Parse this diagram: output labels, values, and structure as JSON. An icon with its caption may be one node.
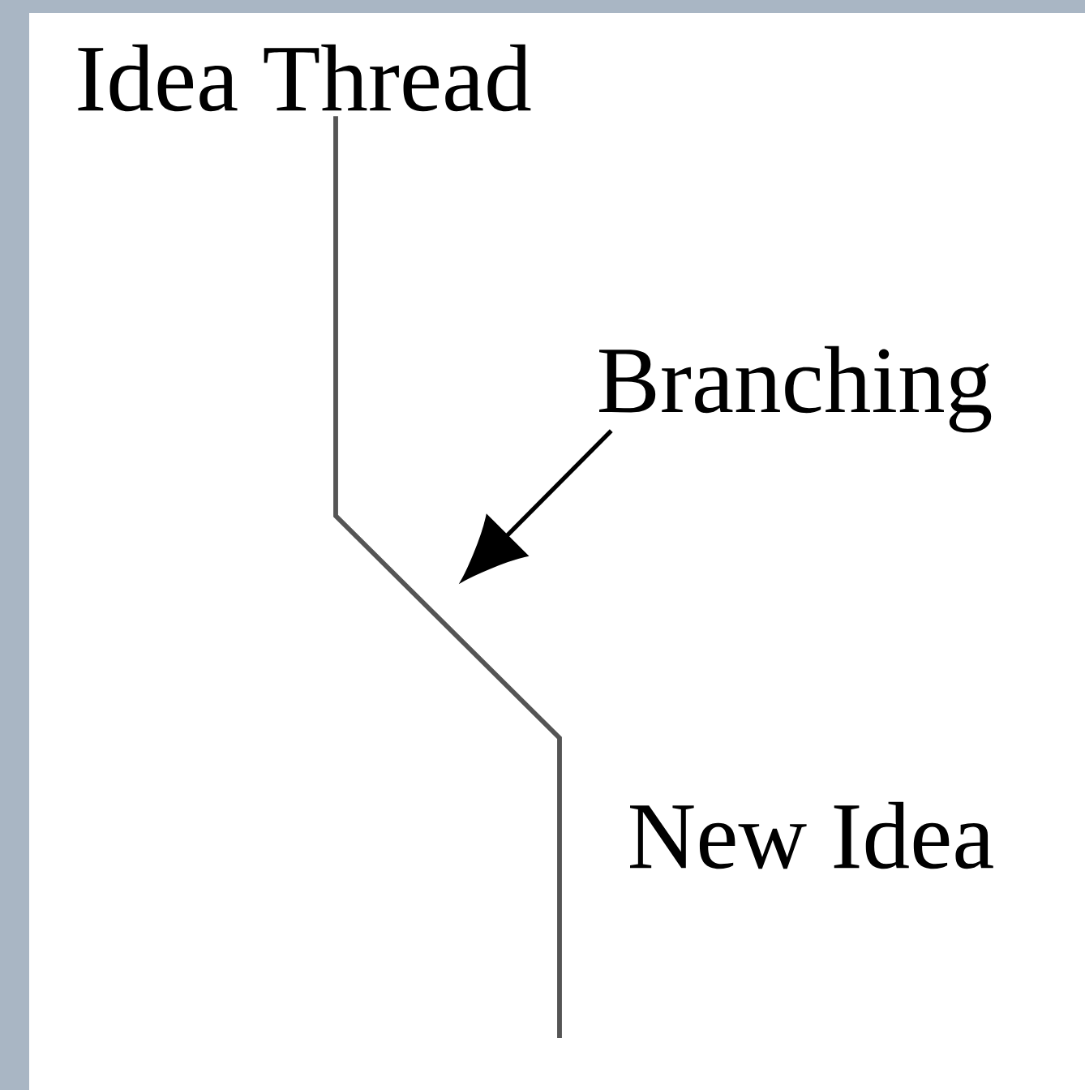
{
  "diagram": {
    "nodes": [
      {
        "text": [
          "Idea Thread"
        ]
      },
      {
        "text": [
          "Branching"
        ]
      }
    ],
    "edges": [
      {
        "from": 0,
        "to": null,
        "arrow": "none"
      },
      {
        "from": 1,
        "to": null,
        "arrow": "to"
      }
    ],
    "labels": [
      "New Idea"
    ]
  }
}
